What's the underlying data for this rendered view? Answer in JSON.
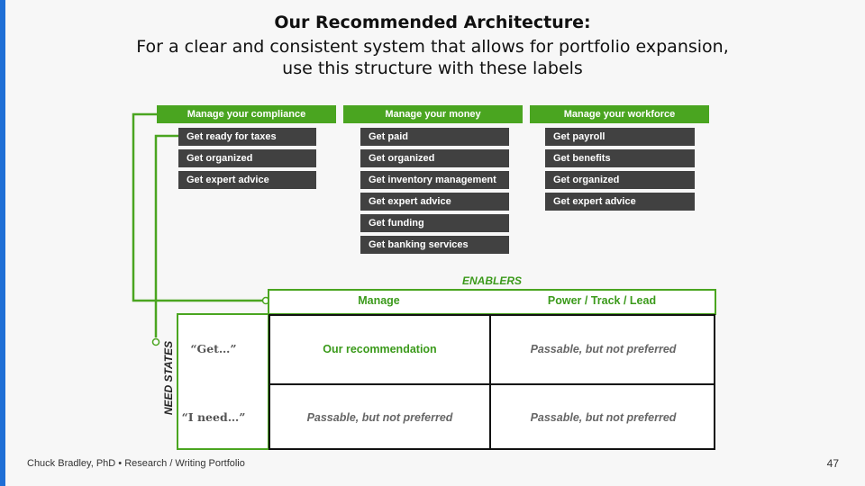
{
  "title": {
    "line1": "Our Recommended Architecture:",
    "line2": "For a clear and consistent system that allows for portfolio expansion,",
    "line3": "use this structure with these labels"
  },
  "categories": [
    {
      "header": "Manage your compliance",
      "items": [
        "Get ready for taxes",
        "Get organized",
        "Get expert advice"
      ]
    },
    {
      "header": "Manage your money",
      "items": [
        "Get paid",
        "Get organized",
        "Get inventory management",
        "Get expert advice",
        "Get funding",
        "Get banking services"
      ]
    },
    {
      "header": "Manage your workforce",
      "items": [
        "Get payroll",
        "Get benefits",
        "Get organized",
        "Get expert advice"
      ]
    }
  ],
  "matrix": {
    "enablers_label": "ENABLERS",
    "need_states_label": "NEED STATES",
    "columns": [
      "Manage",
      "Power / Track / Lead"
    ],
    "rows": [
      "“Get…”",
      "“I need…”"
    ],
    "cells": [
      [
        "Our recommendation",
        "Passable, but not preferred"
      ],
      [
        "Passable, but not preferred",
        "Passable, but not preferred"
      ]
    ]
  },
  "footer": {
    "credit": "Chuck Bradley, PhD • Research / Writing Portfolio",
    "page_number": "47"
  },
  "colors": {
    "accent_green": "#4aa520",
    "item_dark": "#414141",
    "left_bar_blue": "#1f6fd6"
  }
}
